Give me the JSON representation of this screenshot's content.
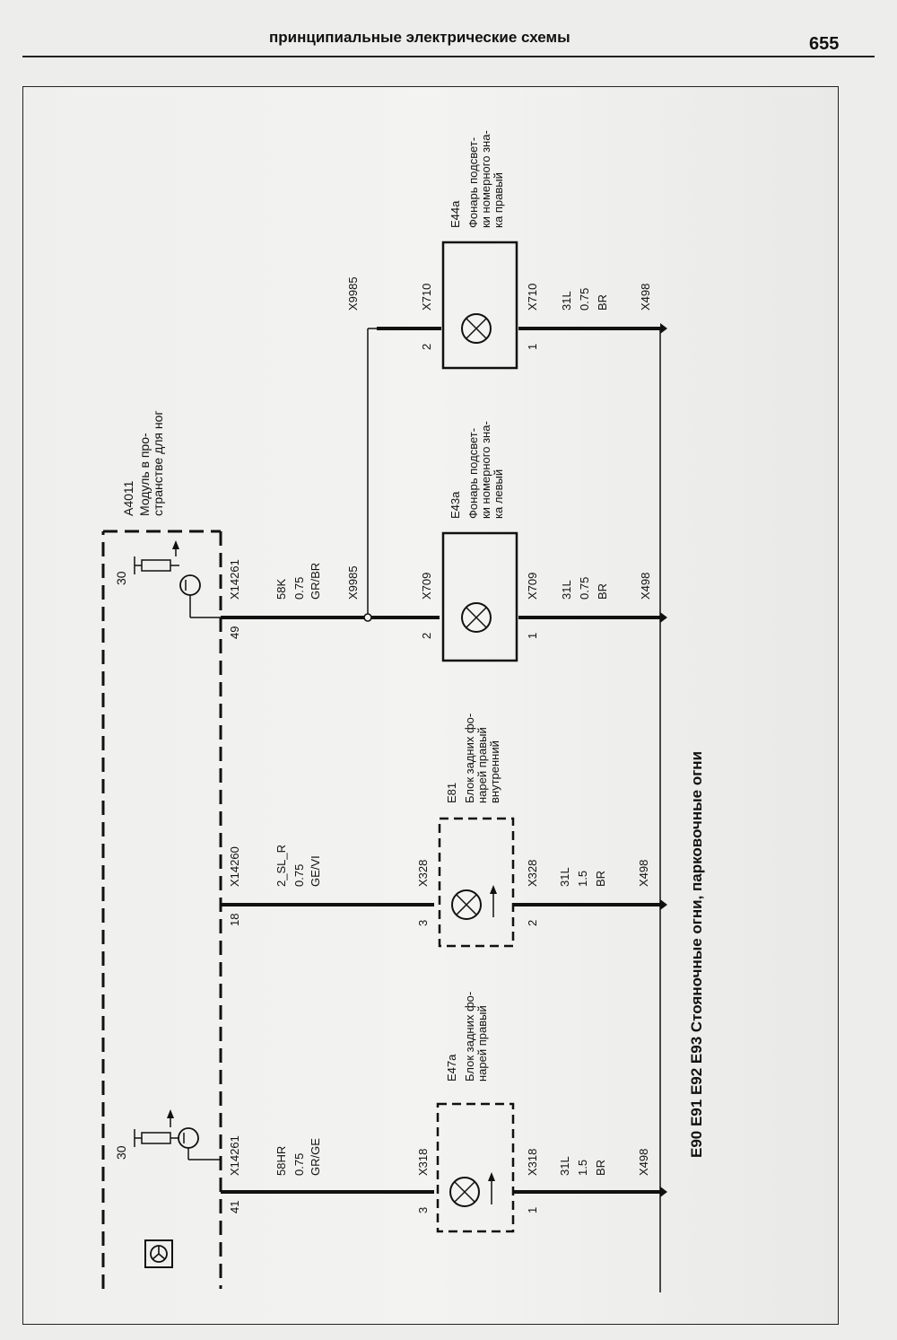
{
  "header": {
    "title": "принципиальные электрические схемы",
    "page_number": "655"
  },
  "diagram": {
    "title": "E90 E91 E92 E93 Стояночные огни, парковочные огни",
    "module": {
      "id": "A4011",
      "name": "Модуль в про-\nстранстве для ног"
    },
    "power_pins": [
      {
        "terminal": "30"
      },
      {
        "terminal": "30"
      }
    ],
    "circuits": [
      {
        "module_pin": "41",
        "module_connector": "X14261",
        "wire": "58HR",
        "gauge": "0.75",
        "color": "GR/GE",
        "lamp_in_pin": "3",
        "lamp_connector": "X318",
        "lamp_out_pin": "1",
        "ground_wire": "31L",
        "ground_gauge": "1.5",
        "ground_color": "BR",
        "ground_point": "X498",
        "component": {
          "id": "E47a",
          "name": "Блок задних фо-\nнарей правый"
        }
      },
      {
        "module_pin": "18",
        "module_connector": "X14260",
        "wire": "2_SL_R",
        "gauge": "0.75",
        "color": "GE/VI",
        "lamp_in_pin": "3",
        "lamp_connector": "X328",
        "lamp_out_pin": "2",
        "ground_wire": "31L",
        "ground_gauge": "1.5",
        "ground_color": "BR",
        "ground_point": "X498",
        "component": {
          "id": "E81",
          "name": "Блок задних фо-\nнарей правый\nвнутренний"
        }
      },
      {
        "module_pin": "49",
        "module_connector": "X14261",
        "wire": "58K",
        "gauge": "0.75",
        "color": "GR/BR",
        "splice": "X9985",
        "lamp_in_pin": "2",
        "lamp_connector": "X709",
        "lamp_out_pin": "1",
        "ground_wire": "31L",
        "ground_gauge": "0.75",
        "ground_color": "BR",
        "ground_point": "X498",
        "component": {
          "id": "E43a",
          "name": "Фонарь подсвет-\nки номерного зна-\nка левый"
        }
      },
      {
        "splice": "X9985",
        "lamp_in_pin": "2",
        "lamp_connector": "X710",
        "lamp_out_pin": "1",
        "ground_wire": "31L",
        "ground_gauge": "0.75",
        "ground_color": "BR",
        "ground_point": "X498",
        "component": {
          "id": "E44a",
          "name": "Фонарь подсвет-\nки номерного зна-\nка правый"
        }
      }
    ],
    "icons": {
      "module_symbol": "steering-wheel-icon",
      "lamp_symbol": "lamp-cross-icon",
      "transistor_symbol": "transistor-icon"
    }
  }
}
